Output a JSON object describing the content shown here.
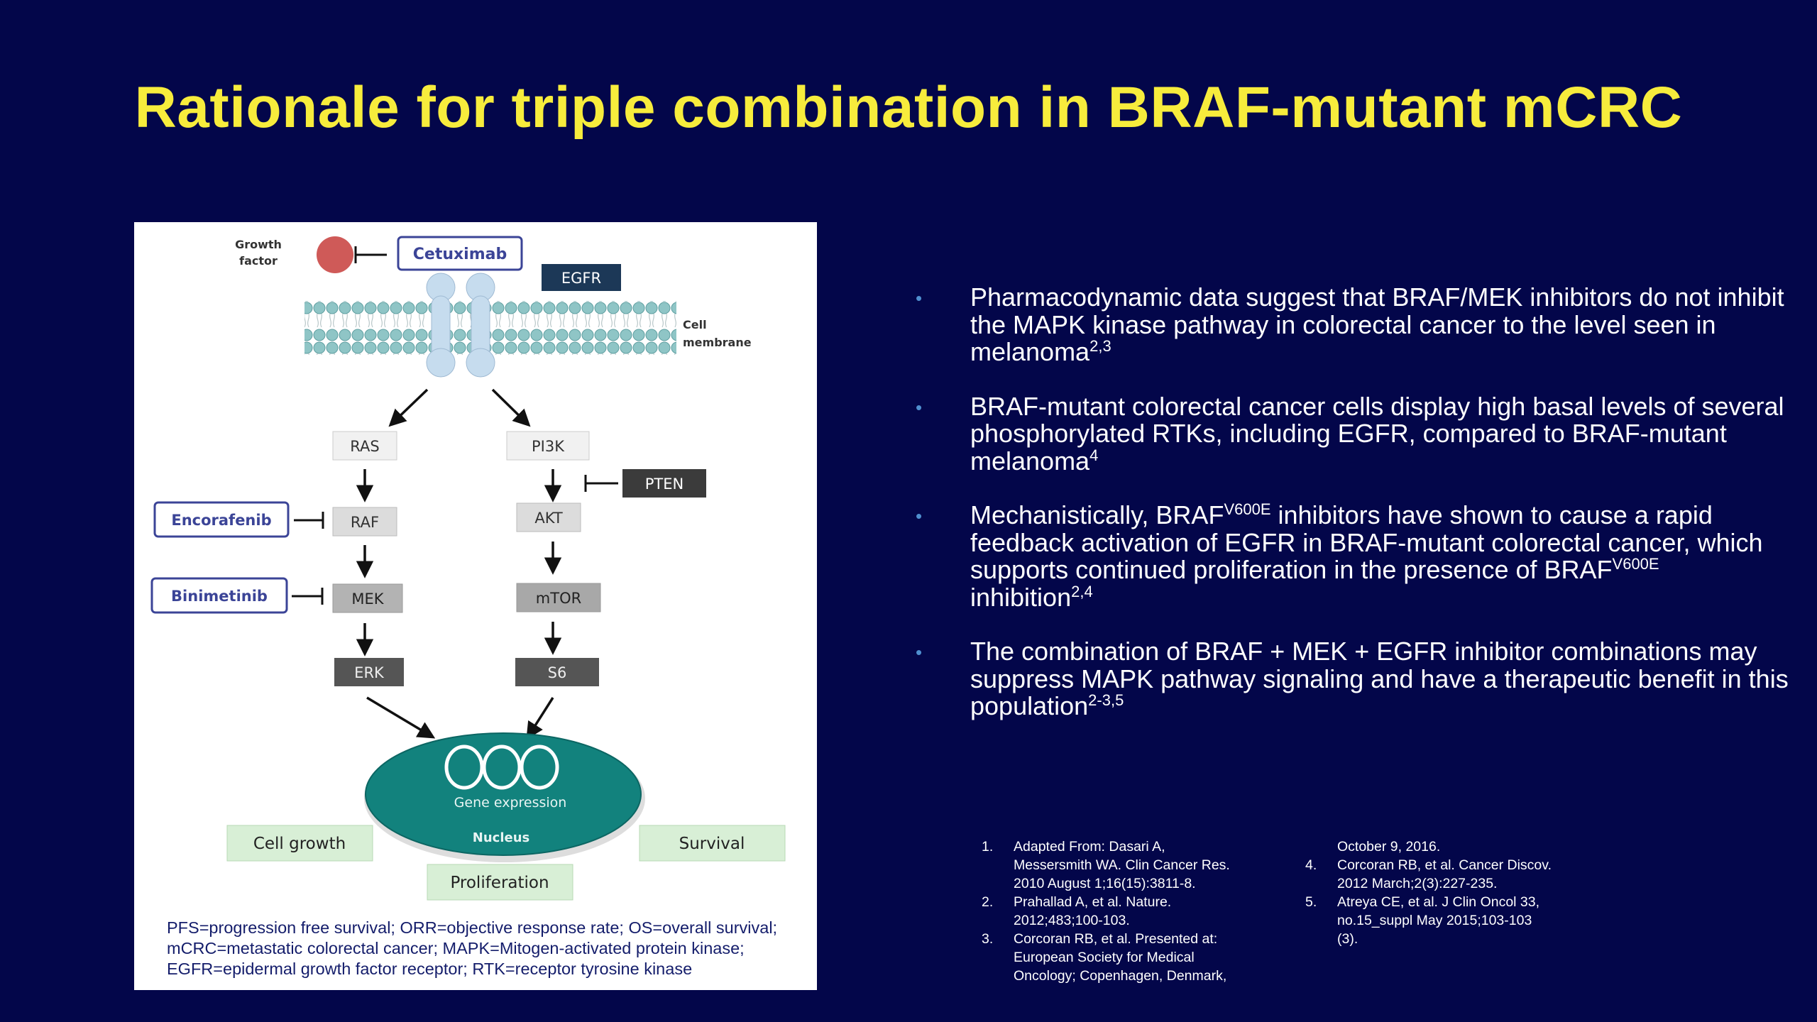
{
  "title": "Rationale for triple combination in BRAF-mutant mCRC",
  "figure": {
    "growth_factor_line1": "Growth",
    "growth_factor_line2": "factor",
    "cetuximab": "Cetuximab",
    "egfr": "EGFR",
    "cell_membrane_line1": "Cell",
    "cell_membrane_line2": "membrane",
    "ras": "RAS",
    "pi3k": "PI3K",
    "pten": "PTEN",
    "raf": "RAF",
    "akt": "AKT",
    "encorafenib": "Encorafenib",
    "binimetinib": "Binimetinib",
    "mek": "MEK",
    "mtor": "mTOR",
    "erk": "ERK",
    "s6": "S6",
    "gene_expression": "Gene expression",
    "nucleus": "Nucleus",
    "cell_growth": "Cell growth",
    "survival": "Survival",
    "proliferation": "Proliferation",
    "abbrev_line1": "PFS=progression free survival; ORR=objective response rate; OS=overall survival;",
    "abbrev_line2": "mCRC=metastatic colorectal cancer; MAPK=Mitogen-activated protein kinase;",
    "abbrev_line3": "EGFR=epidermal growth factor receptor; RTK=receptor tyrosine kinase"
  },
  "bullets": [
    {
      "text": "Pharmacodynamic data suggest that BRAF/MEK inhibitors do not inhibit the MAPK kinase pathway in colorectal cancer to the level seen in melanoma",
      "sup": "2,3"
    },
    {
      "text": "BRAF-mutant colorectal cancer cells display high basal levels of several phosphorylated RTKs, including EGFR, compared to BRAF-mutant melanoma",
      "sup": "4"
    },
    {
      "part1": "Mechanistically, BRAF",
      "sup1": "V600E",
      "part2": " inhibitors have shown to cause a rapid feedback activation of EGFR in BRAF-mutant colorectal cancer, which supports continued proliferation in the presence of BRAF",
      "sup2": "V600E",
      "part3": " inhibition",
      "sup3": "2,4"
    },
    {
      "text": "The combination of BRAF + MEK + EGFR inhibitor combinations may suppress MAPK pathway signaling and have a therapeutic benefit in this population",
      "sup": "2-3,5"
    }
  ],
  "references_col1": [
    {
      "num": "1.",
      "lines": [
        "Adapted From: Dasari A,",
        "Messersmith WA. Clin Cancer Res.",
        "2010 August 1;16(15):3811-8."
      ]
    },
    {
      "num": "2.",
      "lines": [
        "Prahallad A, et al. Nature.",
        "2012;483;100-103."
      ]
    },
    {
      "num": "3.",
      "lines": [
        "Corcoran RB, et al. Presented at:",
        "European Society for Medical",
        "Oncology; Copenhagen, Denmark,"
      ]
    }
  ],
  "references_col2": [
    {
      "num": "",
      "lines": [
        "October 9, 2016."
      ]
    },
    {
      "num": "4.",
      "lines": [
        "Corcoran RB, et al. Cancer Discov.",
        "2012 March;2(3):227-235."
      ]
    },
    {
      "num": "5.",
      "lines": [
        "Atreya CE, et al. J Clin Oncol 33,",
        "no.15_suppl May 2015;103-103",
        "(3)."
      ]
    }
  ],
  "colors": {
    "background": "#03064a",
    "title": "#f7ec3c",
    "bullet_marker": "#4f8fcf",
    "nucleus": "#12827d",
    "drug_box_border": "#3b4497",
    "outcome_box": "#d8efd6"
  }
}
